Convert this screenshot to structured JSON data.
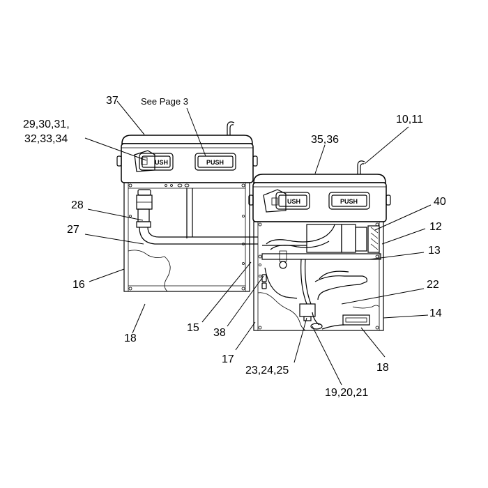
{
  "diagram": {
    "callouts": {
      "c37": "37",
      "see_page": "See Page 3",
      "c10_11": "10,11",
      "c29_31": "29,30,31,",
      "c32_34": "32,33,34",
      "c35_36": "35,36",
      "c28": "28",
      "c40": "40",
      "c12": "12",
      "c27": "27",
      "c13": "13",
      "c16": "16",
      "c22": "22",
      "c14": "14",
      "c15": "15",
      "c18_left": "18",
      "c38": "38",
      "c17": "17",
      "c18_right": "18",
      "c23_25": "23,24,25",
      "c19_21": "19,20,21"
    },
    "push_labels": {
      "left_a": "USH",
      "left_b": "PUSH",
      "right_a": "USH",
      "right_b": "PUSH"
    }
  }
}
